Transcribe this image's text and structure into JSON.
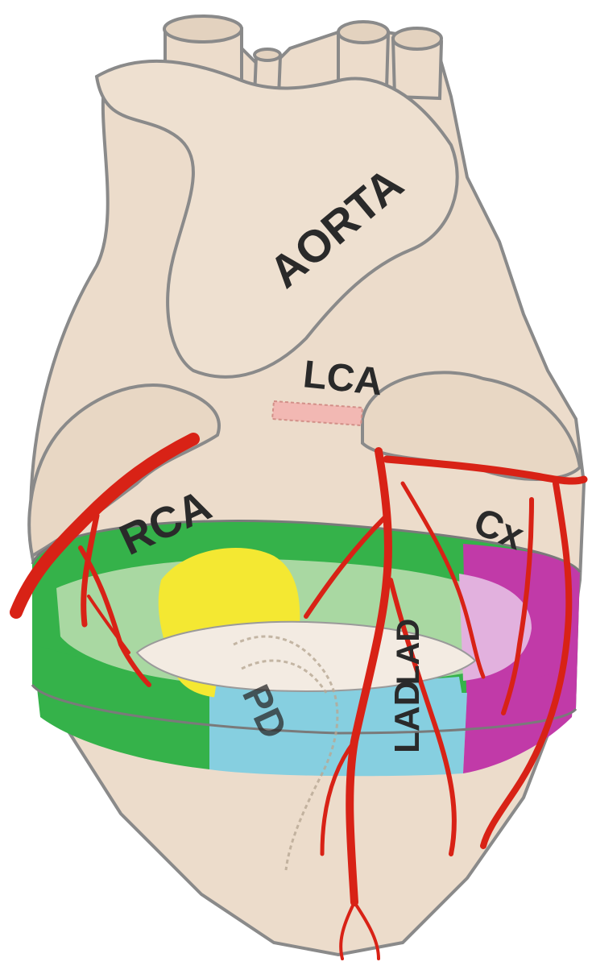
{
  "labels": {
    "aorta": "AORTA",
    "lca": "LCA",
    "rca": "RCA",
    "cx": "Cx",
    "lad_inner": "LAD",
    "lad_outer": "LAD",
    "pd": "PD"
  },
  "colors": {
    "background": "#ffffff",
    "heart_fill": "#ecdccb",
    "heart_outline": "#8a8a8a",
    "artery": "#d82216",
    "artery_outline": "#8a0e07",
    "ring_green": "#35b24a",
    "ring_green_light": "#a9d8a2",
    "ring_yellow": "#f4e832",
    "ring_blue": "#86cfe0",
    "ring_magenta": "#c13aa8",
    "ring_pink": "#e2b1de",
    "lca_segment": "#f2b8b3",
    "text": "#2a2a2a"
  },
  "regions": [
    {
      "name": "RCA",
      "color": "green"
    },
    {
      "name": "PD",
      "color": "yellow-and-light-blue"
    },
    {
      "name": "LAD",
      "color": "light-blue"
    },
    {
      "name": "Cx",
      "color": "magenta"
    }
  ]
}
